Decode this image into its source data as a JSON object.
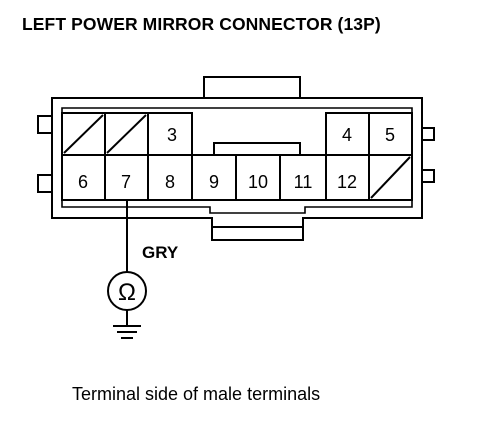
{
  "title": "LEFT POWER MIRROR CONNECTOR (13P)",
  "caption": "Terminal side of male terminals",
  "wire_color": "GRY",
  "ohmmeter_symbol": "Ω",
  "terminals": {
    "t3": "3",
    "t4": "4",
    "t5": "5",
    "t6": "6",
    "t7": "7",
    "t8": "8",
    "t9": "9",
    "t10": "10",
    "t11": "11",
    "t12": "12"
  }
}
